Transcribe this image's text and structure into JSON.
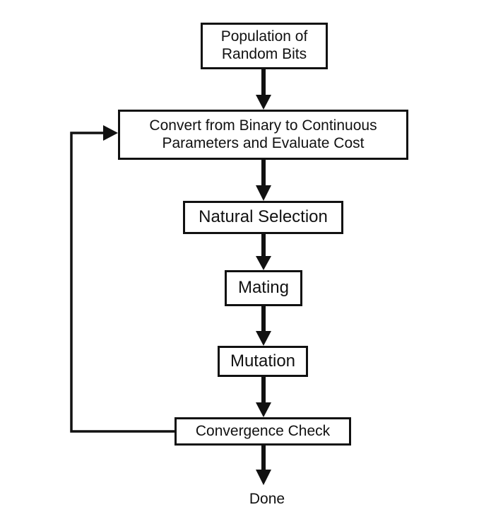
{
  "nodes": {
    "population": "Population of\nRandom Bits",
    "convert": "Convert from Binary to Continuous\nParameters and Evaluate Cost",
    "selection": "Natural Selection",
    "mating": "Mating",
    "mutation": "Mutation",
    "convergence": "Convergence Check",
    "done": "Done"
  }
}
